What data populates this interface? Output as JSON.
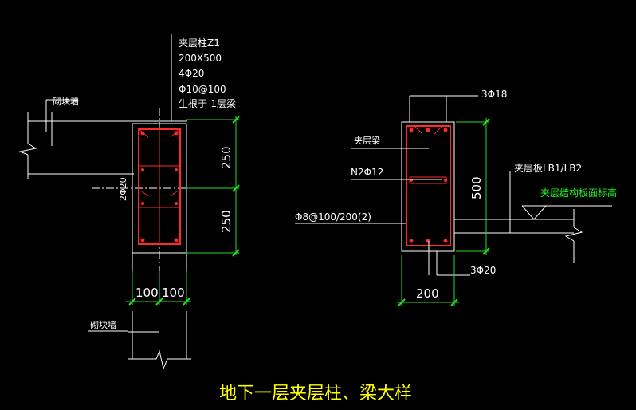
{
  "colors": {
    "background": "#000000",
    "line": "#ffffff",
    "rebar": "#ff2a2a",
    "dimension": "#22dd22",
    "title": "#ffff00",
    "callout_green": "#22ee22"
  },
  "left_detail": {
    "label_wall_top": "砌块墙",
    "label_wall_bottom": "砌块墙",
    "column_notes": [
      "夹层柱Z1",
      "200X500",
      "4Φ20",
      "Φ10@100",
      "生根于-1层梁"
    ],
    "side_bars": "2Φ20",
    "dim_vertical": [
      "250",
      "250"
    ],
    "dim_horizontal": [
      "100",
      "100"
    ]
  },
  "right_detail": {
    "top_bars": "3Φ18",
    "beam_label": "夹层梁",
    "waist_bars": "N2Φ12",
    "stirrups": "Φ8@100/200(2)",
    "bottom_bars": "3Φ20",
    "dim_height": "500",
    "dim_width": "200",
    "slab_label": "夹层板LB1/LB2",
    "slab_level": "夹层结构板面标高"
  },
  "drawing_title": "地下一层夹层柱、梁大样"
}
